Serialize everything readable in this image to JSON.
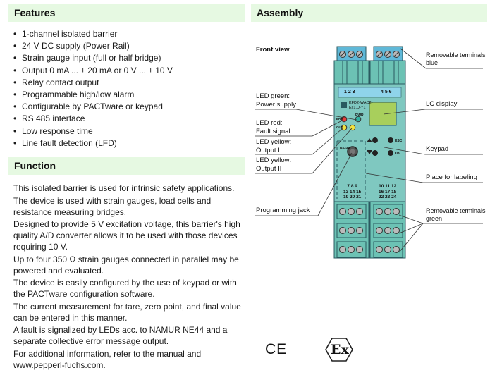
{
  "features": {
    "title": "Features",
    "items": [
      "1-channel isolated barrier",
      "24 V DC supply (Power Rail)",
      "Strain gauge input (full or half bridge)",
      "Output 0 mA ... ± 20 mA or 0 V ... ± 10 V",
      "Relay contact output",
      "Programmable high/low alarm",
      "Configurable by PACTware or keypad",
      "RS 485 interface",
      "Low response time",
      "Line fault detection (LFD)"
    ]
  },
  "function": {
    "title": "Function",
    "paragraphs": [
      "This isolated barrier is used for intrinsic safety applications.",
      "The device is used with strain gauges, load cells and resistance measuring bridges.",
      "Designed to provide 5 V excitation voltage, this barrier's high quality A/D converter allows it to be used with those devices requiring 10 V.",
      "Up to four 350 Ω strain gauges connected in parallel may be powered and evaluated.",
      "The device is easily configured by the use of keypad or with the PACTware configuration software.",
      "The current measurement for tare, zero point, and final value can be entered in this manner.",
      "A fault is signalized by LEDs acc. to NAMUR NE44 and a separate collective error message output.",
      "For additional information, refer to the manual and www.pepperl-fuchs.com."
    ]
  },
  "assembly": {
    "title": "Assembly",
    "front_view": "Front view",
    "labels_left": {
      "led_green": [
        "LED green:",
        "Power supply"
      ],
      "led_red": [
        "LED red:",
        "Fault signal"
      ],
      "led_yellow_1": [
        "LED yellow:",
        "Output I"
      ],
      "led_yellow_2": [
        "LED yellow:",
        "Output II"
      ],
      "programming_jack": "Programming jack"
    },
    "labels_right": {
      "terminals_blue": [
        "Removable terminals",
        "blue"
      ],
      "lc_display": "LC display",
      "keypad": "Keypad",
      "labeling": "Place for labeling",
      "terminals_green": [
        "Removable terminals",
        "green"
      ]
    },
    "device": {
      "model": [
        "KFD2-WAC2-",
        "Ex1.D-Y1"
      ],
      "top_terminal_numbers": [
        "1 2 3",
        "4 5 6"
      ],
      "bottom_terminal_numbers_left": [
        "7  8  9",
        "13 14 15",
        "19 20 21"
      ],
      "bottom_terminal_numbers_right": [
        "10 11 12",
        "16 17 18",
        "22 23 24"
      ],
      "led_labels": {
        "pwr": "PWR",
        "err": "ERR",
        "out": "OUT",
        "out1": "1",
        "out2": "2"
      },
      "key_labels": {
        "esc": "ESC",
        "ok": "OK",
        "rs232": "RS232"
      },
      "colors": {
        "housing": "#7fc8c0",
        "blue_terminal": "#5fb8d8",
        "green_terminal": "#6cc2b4",
        "display": "#a8cf5c",
        "led_red": "#e8403a",
        "led_yellow": "#f0e040",
        "led_green": "#30b0a0"
      }
    }
  },
  "marks": {
    "ce": "CE",
    "ex": "Ex"
  }
}
